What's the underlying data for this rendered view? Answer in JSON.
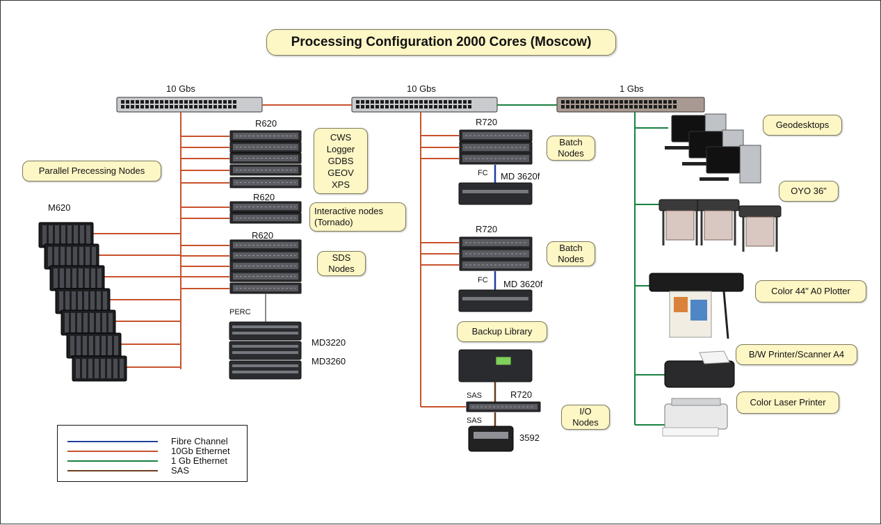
{
  "title": "Processing Configuration 2000 Cores (Moscow)",
  "colors": {
    "fibre_channel": "#1f3f9e",
    "ethernet_10gb": "#c8512b",
    "ethernet_1gb": "#17803f",
    "sas": "#6b3a1a",
    "callout_fill": "#fdf6c5"
  },
  "switches": {
    "left_speed": "10 Gbs",
    "center_speed": "10 Gbs",
    "right_speed": "1 Gbs"
  },
  "left": {
    "parallel_label": "Parallel Precessing Nodes",
    "m620_label": "M620",
    "r620_top": "R620",
    "r620_mid": "R620",
    "r620_bottom": "R620",
    "cws_lines": "CWS\nLogger\nGDBS\nGEOV\nXPS",
    "interactive_lines": "Interactive nodes\n(Tornado)",
    "sds_lines": "SDS\nNodes",
    "perc": "PERC",
    "md3220": "MD3220",
    "md3260": "MD3260"
  },
  "center": {
    "r720_top": "R720",
    "batch_top": "Batch\nNodes",
    "fc_top": "FC",
    "md_top": "MD 3620f",
    "r720_mid": "R720",
    "batch_mid": "Batch\nNodes",
    "fc_mid": "FC",
    "md_mid": "MD 3620f",
    "backup": "Backup Library",
    "sas_upper": "SAS",
    "r720_io": "R720",
    "sas_lower": "SAS",
    "io_nodes": "I/O\nNodes",
    "tape": "3592"
  },
  "right": {
    "geodesktops": "Geodesktops",
    "oyo": "OYO 36\"",
    "color_plotter": "Color 44\" A0 Plotter",
    "bw_printer": "B/W Printer/Scanner A4",
    "laser_printer": "Color Laser Printer"
  },
  "legend": [
    {
      "label": "Fibre Channel",
      "color": "#1f3f9e"
    },
    {
      "label": "10Gb Ethernet",
      "color": "#c8512b"
    },
    {
      "label": "1 Gb Ethernet",
      "color": "#17803f"
    },
    {
      "label": "SAS",
      "color": "#6b3a1a"
    }
  ]
}
